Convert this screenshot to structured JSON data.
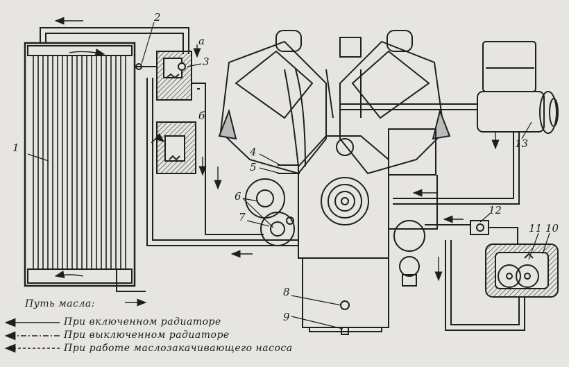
{
  "labels": {
    "n1": "1",
    "n2": "2",
    "n3": "3",
    "n4": "4",
    "n5": "5",
    "n6": "6",
    "n7": "7",
    "n8": "8",
    "n9": "9",
    "n10": "10",
    "n11": "11",
    "n12": "12",
    "n13": "13",
    "a": "а",
    "b": "б"
  },
  "legend": {
    "title": "Путь масла:",
    "items": [
      "При включенном радиаторе",
      "При выключенном радиаторе",
      "При работе маслозакачивающего насоса"
    ]
  },
  "colors": {
    "ink": "#1f1f1f",
    "paper": "#e6e5e2",
    "hatch": "#555555"
  }
}
